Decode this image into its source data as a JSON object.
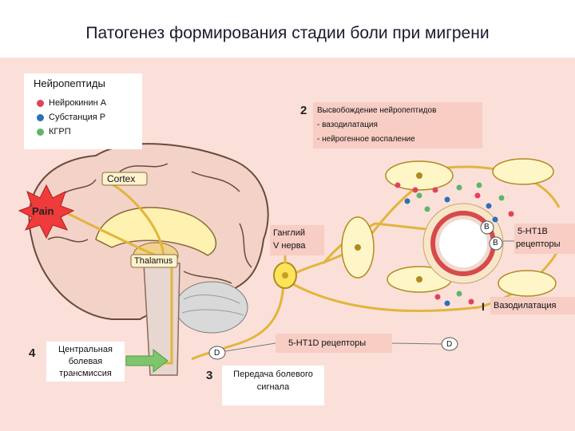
{
  "title": "Патогенез формирования стадии боли при мигрени",
  "legend": {
    "heading": "Нейропептиды",
    "items": [
      {
        "label": "Нейрокинин А",
        "color": "#e0435a"
      },
      {
        "label": "Субстанция Р",
        "color": "#2f6fb8"
      },
      {
        "label": "КГРП",
        "color": "#5fb56a"
      }
    ]
  },
  "step2": {
    "number": "2",
    "line1": "Высвобождение нейропептидов",
    "line2": "- вазодилатация",
    "line3": "- нейрогенное воспаление"
  },
  "brain": {
    "cortex": "Cortex",
    "pain": "Pain",
    "thalamus": "Thalamus"
  },
  "ganglion": {
    "line1": "Ганглий",
    "line2": "V нерва"
  },
  "receptor_1b": {
    "badge": "B",
    "line1": "5-HT1B",
    "line2": "рецепторы"
  },
  "vasodilation": {
    "marker": "I",
    "text": "Вазодилатация"
  },
  "receptor_1d": {
    "badge": "D",
    "text": "5-HT1D рецепторы"
  },
  "step4": {
    "number": "4",
    "line1": "Центральная",
    "line2": "болевая",
    "line3": "трансмиссия"
  },
  "step3": {
    "number": "3",
    "line1": "Передача болевого",
    "line2": "сигнала"
  }
}
